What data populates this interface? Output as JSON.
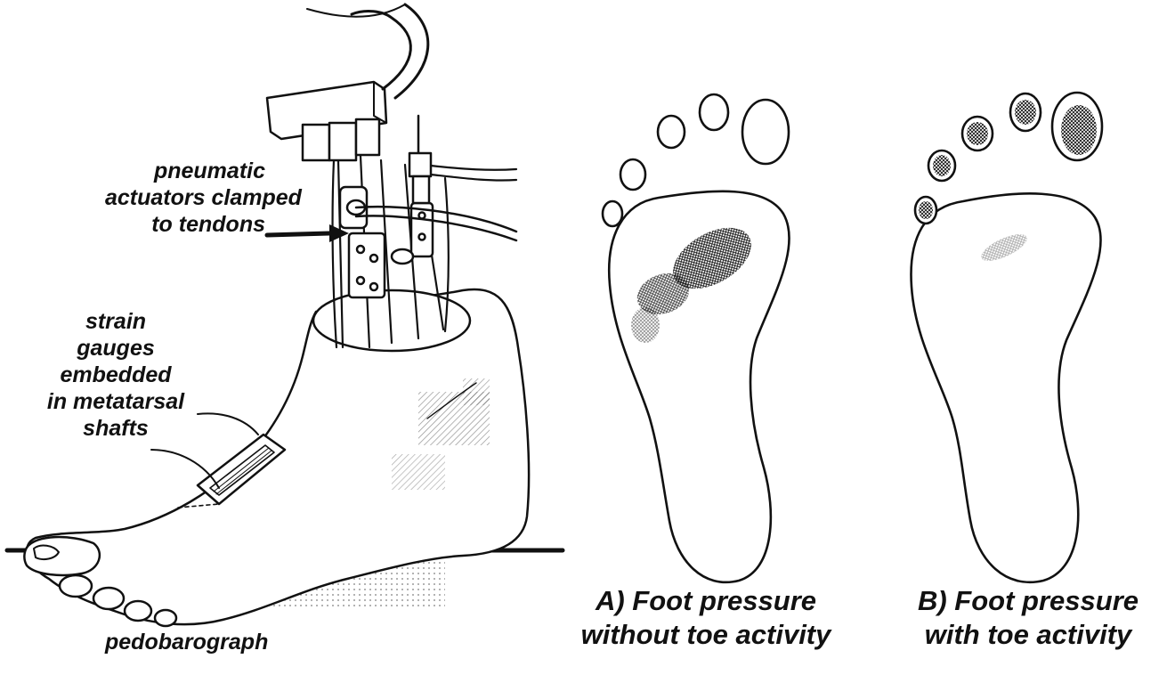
{
  "labels": {
    "actuators": [
      "pneumatic",
      "actuators clamped",
      "to tendons"
    ],
    "gauges": [
      "strain",
      "gauges",
      "embedded",
      "in metatarsal",
      "shafts"
    ],
    "pedobarograph": "pedobarograph"
  },
  "captions": {
    "a": [
      "A) Foot pressure",
      "without toe activity"
    ],
    "b": [
      "B) Foot pressure",
      "with toe activity"
    ]
  },
  "colors": {
    "ink": "#111111",
    "background": "#ffffff"
  }
}
